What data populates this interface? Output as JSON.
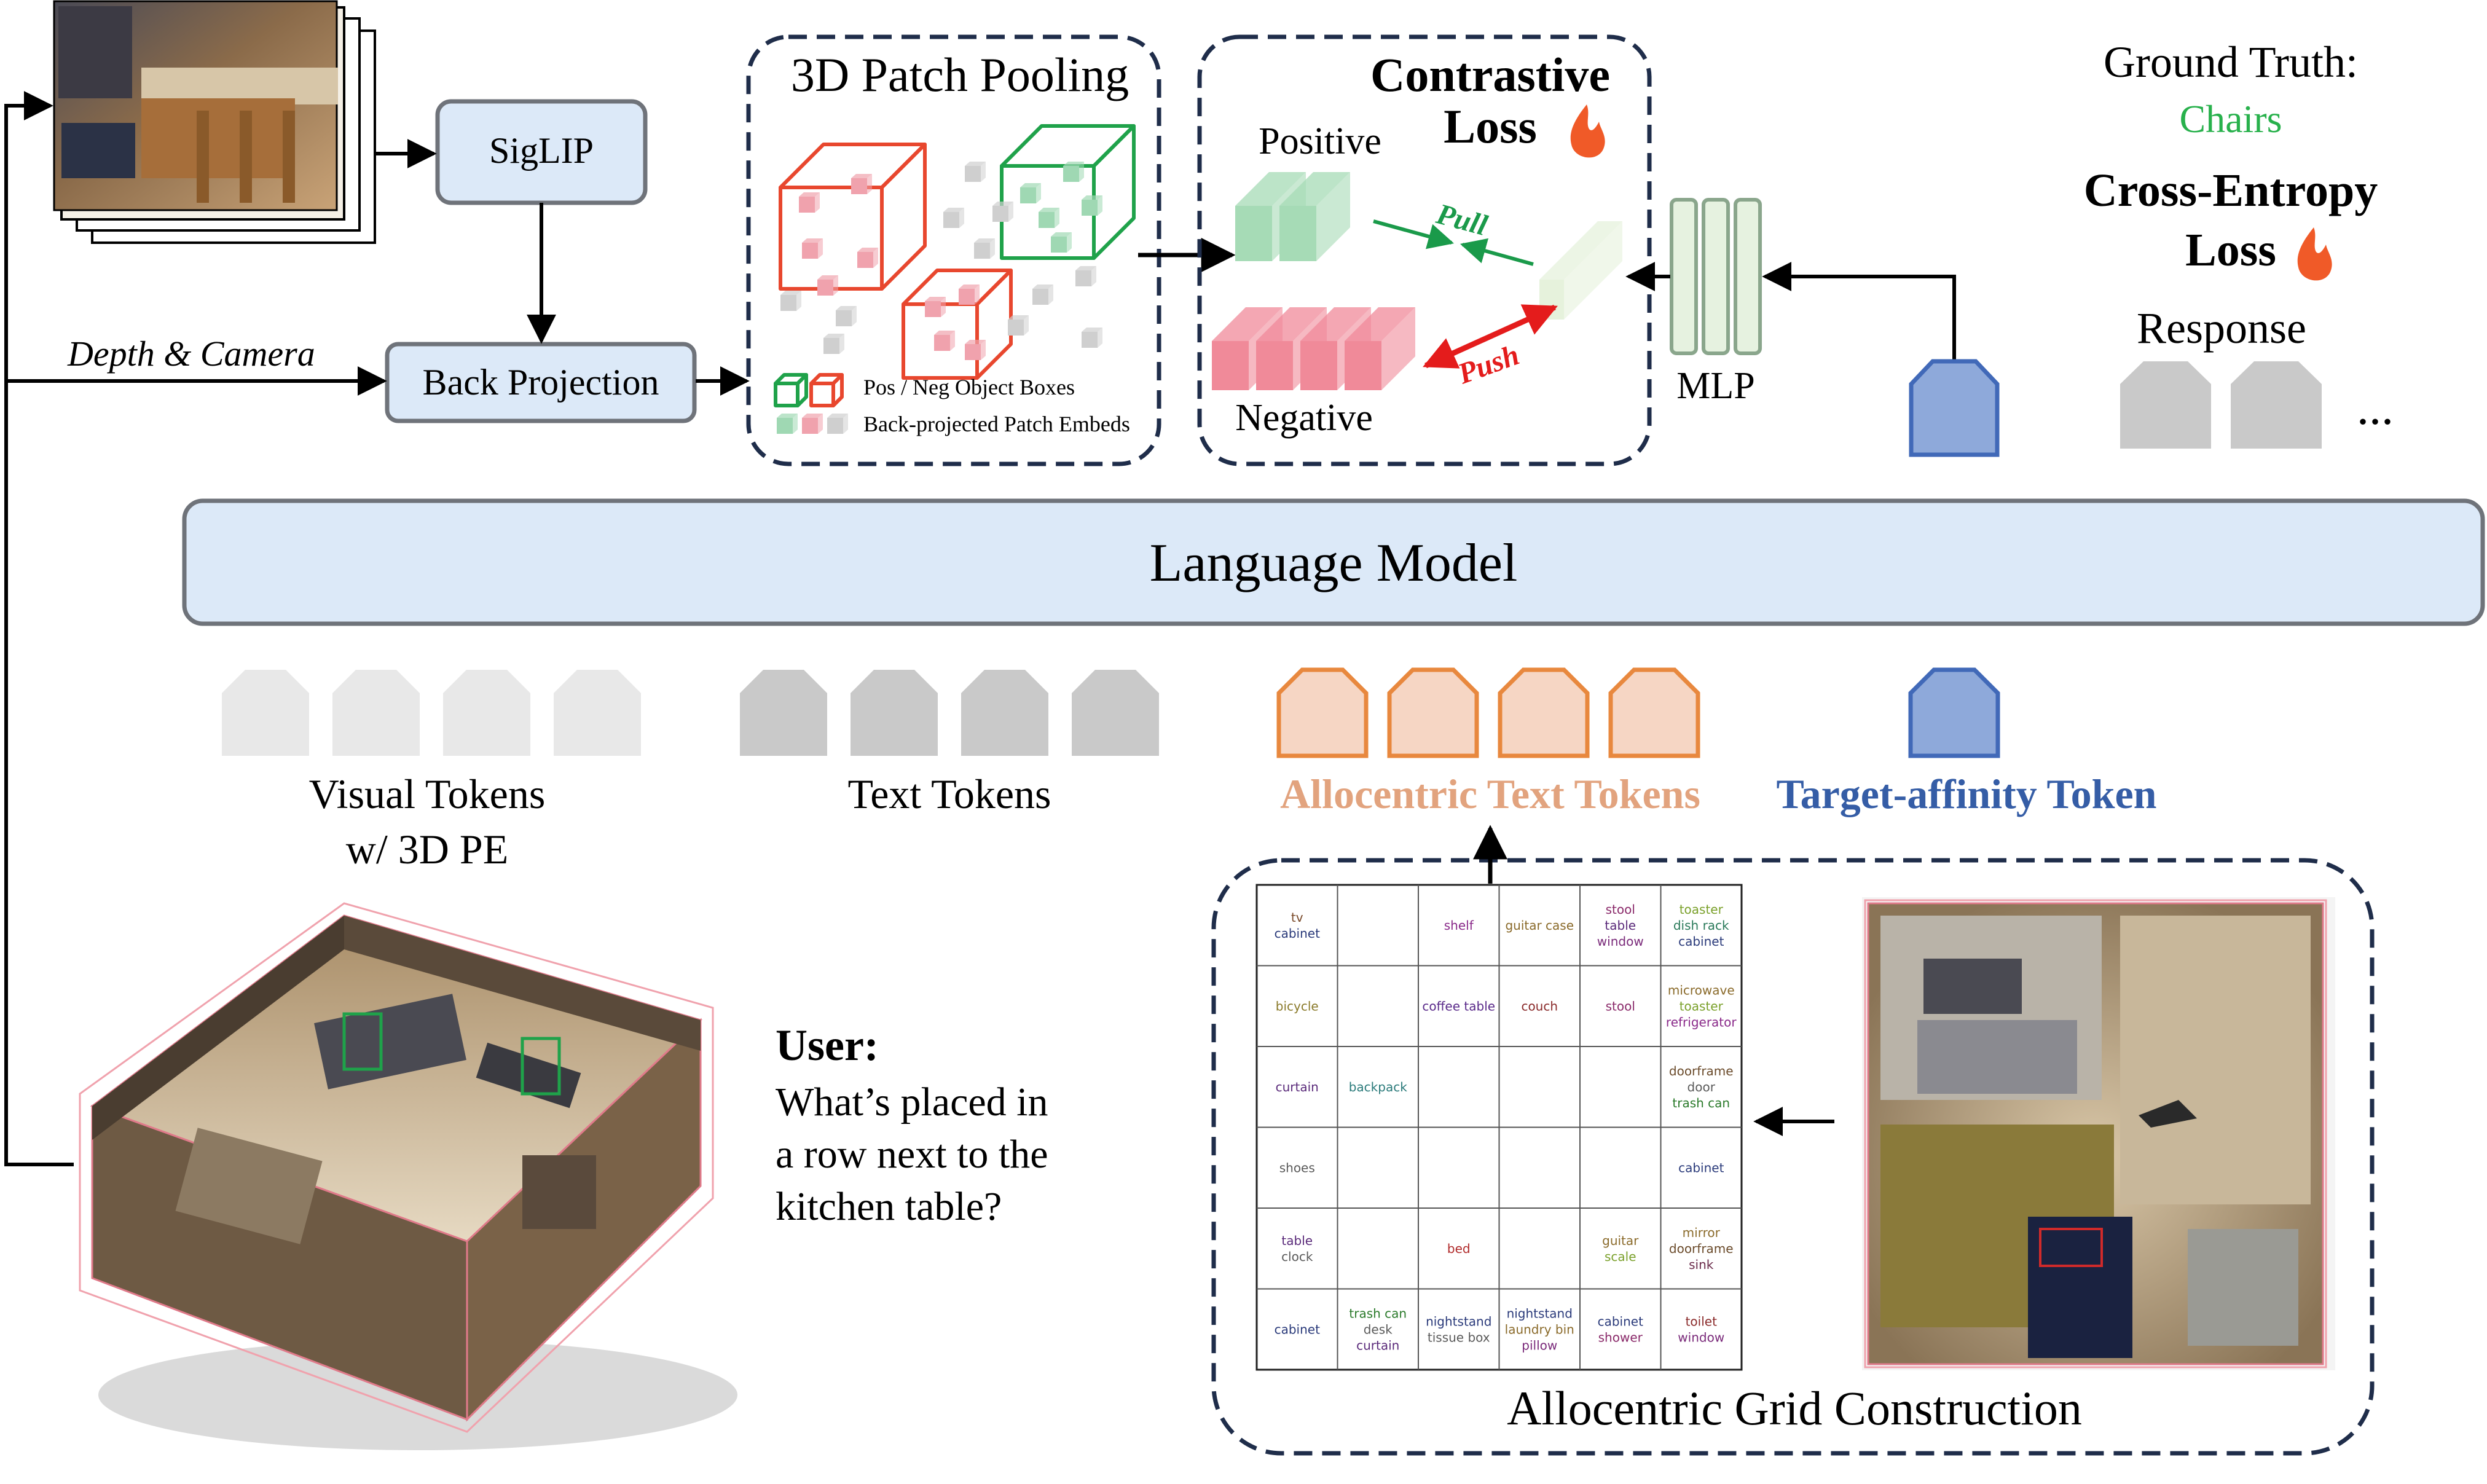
{
  "colors": {
    "box_fill": "#dce9f8",
    "box_stroke": "#6f737a",
    "dash_stroke": "#1f2d4a",
    "red_cube": "#e8472e",
    "green_cube": "#1fa24a",
    "pink_patch": "#f0a2ad",
    "green_patch": "#9fd8b3",
    "gray_patch": "#cfcfcf",
    "pos_bar": "#a6dbb6",
    "neg_bar": "#f08a99",
    "pull_green": "#1a9a4a",
    "push_red": "#e41c1c",
    "chairs_green": "#28b14c",
    "flame": "#f05a28",
    "token_light": "#e8e8e8",
    "token_gray": "#c9c9c9",
    "token_orange_fill": "#f6d6c4",
    "token_orange_stroke": "#e8883e",
    "token_blue_fill": "#8ea9da",
    "token_blue_stroke": "#4169b8",
    "allocentric_label": "#e2a37e",
    "target_label": "#355da6",
    "mlp_fill": "#e6f2e0",
    "mlp_stroke": "#8aa68c"
  },
  "input": {
    "siglip": "SigLIP",
    "back_projection": "Back Projection",
    "depth_camera": "Depth & Camera"
  },
  "pooling": {
    "title": "3D Patch Pooling",
    "legend_boxes": "Pos / Neg Object Boxes",
    "legend_patches": "Back-projected Patch Embeds"
  },
  "contrastive": {
    "title_line1": "Contrastive",
    "title_line2": "Loss",
    "positive": "Positive",
    "negative": "Negative",
    "pull": "Pull",
    "push": "Push",
    "mlp": "MLP"
  },
  "output": {
    "gt_label": "Ground Truth:",
    "gt_value": "Chairs",
    "ce_line1": "Cross-Entropy",
    "ce_line2": "Loss",
    "response": "Response",
    "ellipsis": "..."
  },
  "language_model": "Language Model",
  "tokens": {
    "visual_line1": "Visual Tokens",
    "visual_line2": "w/ 3D PE",
    "text": "Text Tokens",
    "allocentric": "Allocentric Text Tokens",
    "target": "Target-affinity Token"
  },
  "user": {
    "label": "User:",
    "line1": "What’s placed in",
    "line2": "a row next to the",
    "line3": "kitchen table?"
  },
  "grid": {
    "title": "Allocentric Grid Construction",
    "cells": [
      [
        [
          [
            "tv",
            "#7a4a2a"
          ],
          [
            "cabinet",
            "#2a3a7a"
          ]
        ],
        [],
        [
          [
            "shelf",
            "#8a2a8a"
          ]
        ],
        [
          [
            "guitar case",
            "#8a6a2a"
          ]
        ],
        [
          [
            "stool",
            "#8a2a6a"
          ],
          [
            "table",
            "#5a2a7a"
          ],
          [
            "window",
            "#7a2a7a"
          ]
        ],
        [
          [
            "toaster",
            "#7aa02a"
          ],
          [
            "dish rack",
            "#2a7a5a"
          ],
          [
            "cabinet",
            "#2a3a7a"
          ]
        ]
      ],
      [
        [
          [
            "bicycle",
            "#8a7a2a"
          ]
        ],
        [],
        [
          [
            "coffee table",
            "#5a2a8a"
          ]
        ],
        [
          [
            "couch",
            "#8a2a2a"
          ]
        ],
        [
          [
            "stool",
            "#8a2a6a"
          ]
        ],
        [
          [
            "microwave",
            "#8a6a2a"
          ],
          [
            "toaster",
            "#7aa02a"
          ],
          [
            "refrigerator",
            "#8a2a8a"
          ]
        ]
      ],
      [
        [
          [
            "curtain",
            "#5a2a7a"
          ]
        ],
        [
          [
            "backpack",
            "#2a7a7a"
          ]
        ],
        [],
        [],
        [],
        [
          [
            "doorframe",
            "#6a4a2a"
          ],
          [
            "door",
            "#5a5a5a"
          ],
          [
            "trash can",
            "#2a7a2a"
          ]
        ]
      ],
      [
        [
          [
            "shoes",
            "#5a5a5a"
          ]
        ],
        [],
        [],
        [],
        [],
        [
          [
            "cabinet",
            "#2a3a7a"
          ]
        ]
      ],
      [
        [
          [
            "table",
            "#5a2a7a"
          ],
          [
            "clock",
            "#5a5a5a"
          ]
        ],
        [],
        [
          [
            "bed",
            "#b02a2a"
          ]
        ],
        [],
        [
          [
            "guitar",
            "#8a6a2a"
          ],
          [
            "scale",
            "#7aa02a"
          ]
        ],
        [
          [
            "mirror",
            "#8a6a2a"
          ],
          [
            "doorframe",
            "#6a4a2a"
          ],
          [
            "sink",
            "#6a2a4a"
          ]
        ]
      ],
      [
        [
          [
            "cabinet",
            "#2a3a7a"
          ]
        ],
        [
          [
            "trash can",
            "#2a7a2a"
          ],
          [
            "desk",
            "#5a5a5a"
          ],
          [
            "curtain",
            "#5a2a7a"
          ]
        ],
        [
          [
            "nightstand",
            "#2a3a7a"
          ],
          [
            "tissue box",
            "#5a5a5a"
          ]
        ],
        [
          [
            "nightstand",
            "#2a3a7a"
          ],
          [
            "laundry bin",
            "#8a6a2a"
          ],
          [
            "pillow",
            "#7a2a7a"
          ]
        ],
        [
          [
            "cabinet",
            "#2a3a7a"
          ],
          [
            "shower",
            "#8a2a6a"
          ]
        ],
        [
          [
            "toilet",
            "#8a2a2a"
          ],
          [
            "window",
            "#7a2a7a"
          ]
        ]
      ]
    ]
  }
}
